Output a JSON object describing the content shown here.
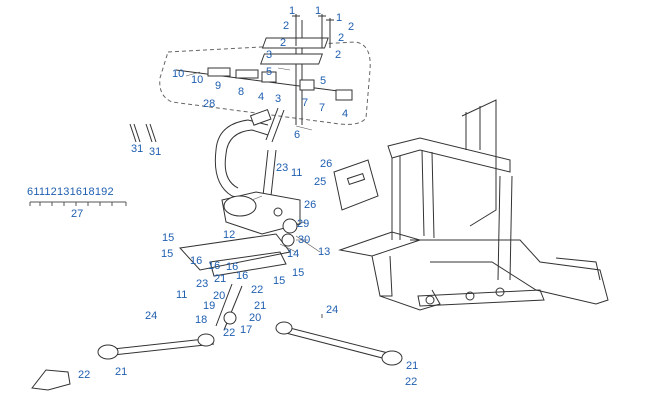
{
  "diagram": {
    "callouts": [
      {
        "id": "c1a",
        "text": "1"
      },
      {
        "id": "c1b",
        "text": "1"
      },
      {
        "id": "c1c",
        "text": "1"
      },
      {
        "id": "c2a",
        "text": "2"
      },
      {
        "id": "c2b",
        "text": "2"
      },
      {
        "id": "c2c",
        "text": "2"
      },
      {
        "id": "c2d",
        "text": "2"
      },
      {
        "id": "c2e",
        "text": "2"
      },
      {
        "id": "c3a",
        "text": "3"
      },
      {
        "id": "c3b",
        "text": "3"
      },
      {
        "id": "c5a",
        "text": "5"
      },
      {
        "id": "c5b",
        "text": "5"
      },
      {
        "id": "c10a",
        "text": "10"
      },
      {
        "id": "c10b",
        "text": "10"
      },
      {
        "id": "c9",
        "text": "9"
      },
      {
        "id": "c8",
        "text": "8"
      },
      {
        "id": "c4a",
        "text": "4"
      },
      {
        "id": "c4b",
        "text": "4"
      },
      {
        "id": "c7a",
        "text": "7"
      },
      {
        "id": "c7b",
        "text": "7"
      },
      {
        "id": "c28",
        "text": "28"
      },
      {
        "id": "c6",
        "text": "6"
      },
      {
        "id": "c31a",
        "text": "31"
      },
      {
        "id": "c31b",
        "text": "31"
      },
      {
        "id": "c23a",
        "text": "23"
      },
      {
        "id": "c11a",
        "text": "11"
      },
      {
        "id": "c26a",
        "text": "26"
      },
      {
        "id": "c25",
        "text": "25"
      },
      {
        "id": "c26b",
        "text": "26"
      },
      {
        "id": "cGroup",
        "text": "61112131618192"
      },
      {
        "id": "c27",
        "text": "27"
      },
      {
        "id": "c29",
        "text": "29"
      },
      {
        "id": "c30",
        "text": "30"
      },
      {
        "id": "c12",
        "text": "12"
      },
      {
        "id": "c13",
        "text": "13"
      },
      {
        "id": "c14",
        "text": "14"
      },
      {
        "id": "c15a",
        "text": "15"
      },
      {
        "id": "c15b",
        "text": "15"
      },
      {
        "id": "c15c",
        "text": "15"
      },
      {
        "id": "c15d",
        "text": "15"
      },
      {
        "id": "c16a",
        "text": "16"
      },
      {
        "id": "c16b",
        "text": "16"
      },
      {
        "id": "c16c",
        "text": "16"
      },
      {
        "id": "c21a",
        "text": "21"
      },
      {
        "id": "c23b",
        "text": "23"
      },
      {
        "id": "c11b",
        "text": "11"
      },
      {
        "id": "c22a",
        "text": "22"
      },
      {
        "id": "c20a",
        "text": "20"
      },
      {
        "id": "c21b",
        "text": "21"
      },
      {
        "id": "c19",
        "text": "19"
      },
      {
        "id": "c18",
        "text": "18"
      },
      {
        "id": "c22b",
        "text": "22"
      },
      {
        "id": "c20b",
        "text": "20"
      },
      {
        "id": "c17",
        "text": "17"
      },
      {
        "id": "c24a",
        "text": "24"
      },
      {
        "id": "c24b",
        "text": "24"
      },
      {
        "id": "c22c",
        "text": "22"
      },
      {
        "id": "c21c",
        "text": "21"
      },
      {
        "id": "c21d",
        "text": "21"
      },
      {
        "id": "c22d",
        "text": "22"
      }
    ]
  }
}
